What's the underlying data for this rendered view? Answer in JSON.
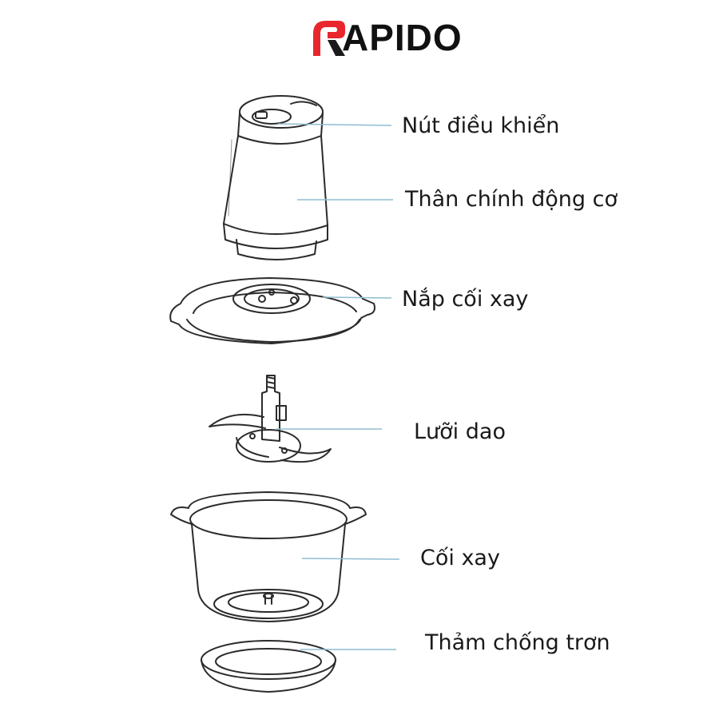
{
  "brand": {
    "logo_text": "APIDO",
    "logo_letter": "R",
    "accent_color": "#e8262c",
    "dark_color": "#1a1a1a"
  },
  "parts": [
    {
      "label": "Nút điều khiển",
      "icon": "control-button"
    },
    {
      "label": "Thân chính động cơ",
      "icon": "motor-housing"
    },
    {
      "label": "Nắp cối xay",
      "icon": "bowl-lid"
    },
    {
      "label": "Lưỡi dao",
      "icon": "blade-assembly"
    },
    {
      "label": "Cối xay",
      "icon": "grinding-bowl"
    },
    {
      "label": "Thảm chống trơn",
      "icon": "anti-slip-mat"
    }
  ],
  "leader_color": "#8fbdd0"
}
